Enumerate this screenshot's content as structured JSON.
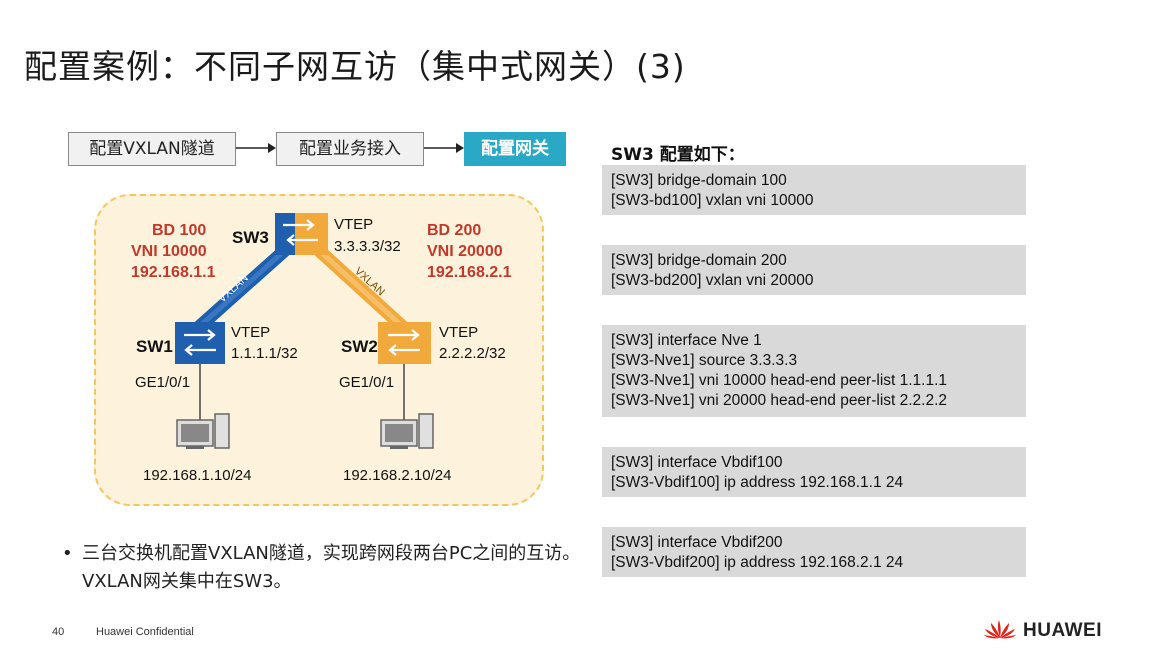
{
  "title": "配置案例：不同子网互访（集中式网关）(3)",
  "flow": {
    "steps": [
      "配置VXLAN隧道",
      "配置业务接入",
      "配置网关"
    ],
    "active_index": 2
  },
  "topology": {
    "sw3": {
      "name": "SW3",
      "vtep": "VTEP",
      "ip": "3.3.3.3/32"
    },
    "sw1": {
      "name": "SW1",
      "vtep": "VTEP",
      "ip": "1.1.1.1/32",
      "port": "GE1/0/1"
    },
    "sw2": {
      "name": "SW2",
      "vtep": "VTEP",
      "ip": "2.2.2.2/32",
      "port": "GE1/0/1"
    },
    "bd_left": {
      "bd": "BD 100",
      "vni": "VNI 10000",
      "ip": "192.168.1.1"
    },
    "bd_right": {
      "bd": "BD 200",
      "vni": "VNI 20000",
      "ip": "192.168.2.1"
    },
    "tunnel_left_label": "VXLAN",
    "tunnel_right_label": "VXLAN",
    "pc1_ip": "192.168.1.10/24",
    "pc2_ip": "192.168.2.10/24",
    "colors": {
      "blue": "#1f5fae",
      "orange": "#f2a93b",
      "red": "#c0392b",
      "region": "#fdf3dc"
    }
  },
  "bullet": "三台交换机配置VXLAN隧道，实现跨网段两台PC之间的互访。VXLAN网关集中在SW3。",
  "config": {
    "title": "SW3 配置如下：",
    "blocks": [
      [
        "[SW3] bridge-domain 100",
        "[SW3-bd100] vxlan vni 10000"
      ],
      [
        "[SW3] bridge-domain 200",
        "[SW3-bd200] vxlan vni 20000"
      ],
      [
        "[SW3] interface Nve 1",
        "[SW3-Nve1] source 3.3.3.3",
        "[SW3-Nve1] vni 10000 head-end peer-list 1.1.1.1",
        "[SW3-Nve1] vni 20000 head-end peer-list 2.2.2.2"
      ],
      [
        "[SW3] interface Vbdif100",
        "[SW3-Vbdif100] ip address 192.168.1.1 24"
      ],
      [
        "[SW3] interface Vbdif200",
        "[SW3-Vbdif200] ip address 192.168.2.1 24"
      ]
    ]
  },
  "footer": {
    "page": "40",
    "confidential": "Huawei Confidential",
    "brand": "HUAWEI"
  }
}
